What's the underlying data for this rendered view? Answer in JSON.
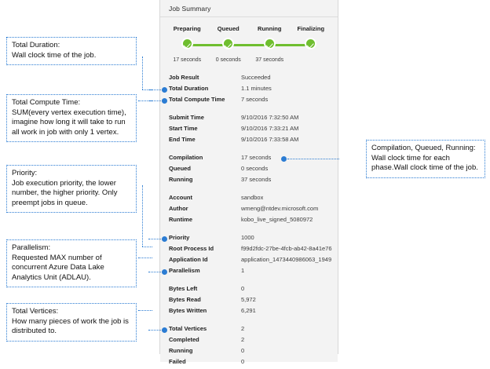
{
  "panel": {
    "title": "Job Summary",
    "phases": {
      "labels": [
        "Preparing",
        "Queued",
        "Running",
        "Finalizing"
      ],
      "times": [
        "17 seconds",
        "0 seconds",
        "37 seconds",
        ""
      ],
      "status_icon": "check-circle-icon",
      "track_color": "#6fbe2f"
    },
    "groups": [
      {
        "rows": [
          {
            "key": "Job Result",
            "value": "Succeeded",
            "marker": false
          },
          {
            "key": "Total Duration",
            "value": "1.1 minutes",
            "marker": true
          },
          {
            "key": "Total Compute Time",
            "value": "7 seconds",
            "marker": true
          }
        ]
      },
      {
        "rows": [
          {
            "key": "Submit Time",
            "value": "9/10/2016 7:32:50 AM",
            "marker": false
          },
          {
            "key": "Start Time",
            "value": "9/10/2016 7:33:21 AM",
            "marker": false
          },
          {
            "key": "End Time",
            "value": "9/10/2016 7:33:58 AM",
            "marker": false
          }
        ]
      },
      {
        "rows": [
          {
            "key": "Compilation",
            "value": "17 seconds",
            "marker": false,
            "marker_right": true
          },
          {
            "key": "Queued",
            "value": "0 seconds",
            "marker": false
          },
          {
            "key": "Running",
            "value": "37 seconds",
            "marker": false
          }
        ]
      },
      {
        "rows": [
          {
            "key": "Account",
            "value": "sandbox",
            "marker": false
          },
          {
            "key": "Author",
            "value": "wmeng@ntdev.microsoft.com",
            "marker": false
          },
          {
            "key": "Runtime",
            "value": "kobo_live_signed_5080972",
            "marker": false
          }
        ]
      },
      {
        "rows": [
          {
            "key": "Priority",
            "value": "1000",
            "marker": true
          },
          {
            "key": "Root Process Id",
            "value": "f99d2fdc-27be-4fcb-ab42-8a41e76",
            "marker": false
          },
          {
            "key": "Application Id",
            "value": "application_1473440986063_1949",
            "marker": false
          },
          {
            "key": "Parallelism",
            "value": "1",
            "marker": true
          }
        ]
      },
      {
        "rows": [
          {
            "key": "Bytes Left",
            "value": "0",
            "marker": false
          },
          {
            "key": "Bytes Read",
            "value": "5,972",
            "marker": false
          },
          {
            "key": "Bytes Written",
            "value": "6,291",
            "marker": false
          }
        ]
      },
      {
        "rows": [
          {
            "key": "Total Vertices",
            "value": "2",
            "marker": true
          },
          {
            "key": "Completed",
            "value": "2",
            "marker": false
          },
          {
            "key": "Running",
            "value": "0",
            "marker": false
          },
          {
            "key": "Failed",
            "value": "0",
            "marker": false
          }
        ]
      }
    ]
  },
  "annotations": {
    "total_duration": {
      "heading": "Total Duration:",
      "body": "Wall clock time of the job."
    },
    "total_compute_time": {
      "heading": "Total Compute Time:",
      "body": "SUM(every vertex execution time), imagine how long it will take to run all work in job with only 1 vertex."
    },
    "priority": {
      "heading": "Priority:",
      "body": "Job execution priority, the lower number, the higher priority. Only preempt jobs in queue."
    },
    "parallelism": {
      "heading": "Parallelism:",
      "body": "Requested MAX number of concurrent Azure Data Lake Analytics Unit (ADLAU)."
    },
    "total_vertices": {
      "heading": "Total Vertices:",
      "body": "How many pieces of work the job is distributed to."
    },
    "phases": {
      "heading": "Compilation, Queued, Running:",
      "body": "Wall clock time for each phase.Wall clock time of the job."
    }
  },
  "colors": {
    "accent_blue": "#2b7cd3",
    "success_green": "#6fbe2f",
    "panel_bg": "#f3f3f3"
  }
}
